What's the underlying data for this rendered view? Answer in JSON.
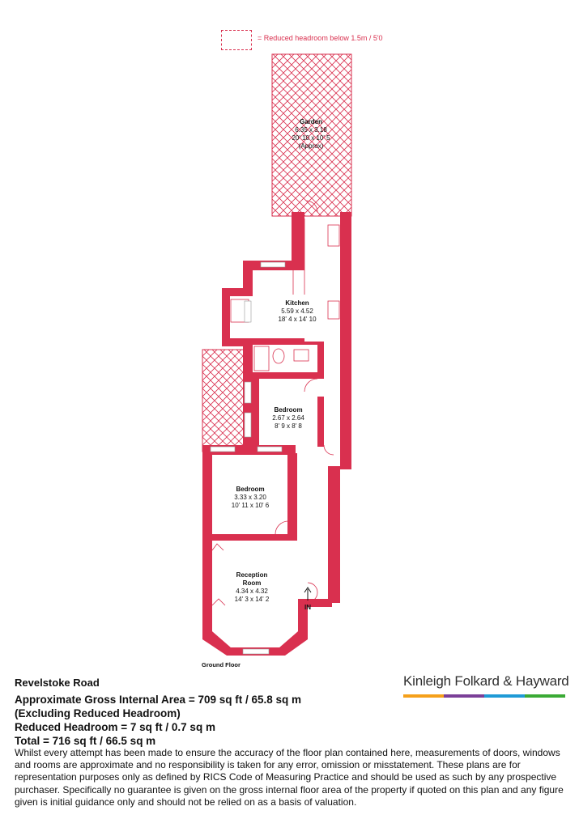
{
  "legend": {
    "text": "= Reduced headroom below 1.5m / 5'0"
  },
  "rooms": [
    {
      "name": "Garden",
      "lines": [
        "6.35 x 3.18",
        "20' 10 x 10' 5",
        "(Approx)"
      ]
    },
    {
      "name": "Kitchen",
      "lines": [
        "5.59 x 4.52",
        "18' 4 x 14' 10"
      ]
    },
    {
      "name": "Bedroom",
      "lines": [
        "2.67 x 2.64",
        "8' 9 x 8' 8"
      ]
    },
    {
      "name": "Bedroom",
      "lines": [
        "3.33 x 3.20",
        "10' 11 x 10' 6"
      ]
    },
    {
      "name": "Reception\nRoom",
      "lines": [
        "4.34 x 4.32",
        "14' 3 x 14' 2"
      ]
    }
  ],
  "floor_label": "Ground Floor",
  "entrance_label": "IN",
  "info": {
    "address": "Revelstoke Road",
    "gross_area": "Approximate Gross Internal Area = 709 sq ft / 65.8 sq m",
    "excluding": "(Excluding Reduced Headroom)",
    "reduced": "Reduced Headroom = 7 sq ft / 0.7 sq m",
    "total": "Total = 716 sq ft / 66.5 sq m"
  },
  "brand": {
    "name": "Kinleigh Folkard & Hayward",
    "colors": [
      "#f5a01a",
      "#7b3f98",
      "#1f9ad6",
      "#3aaa35"
    ]
  },
  "disclaimer": "Whilst every attempt has been made to ensure the accuracy of the floor plan contained here, measurements of doors, windows and rooms are approximate and no responsibility is taken for any error, omission or misstatement. These plans are for representation purposes only as defined by RICS Code of Measuring Practice and should be used as such by any prospective purchaser. Specifically no guarantee is given on the gross internal floor area of the property if quoted on this plan and any figure given is initial guidance only and should not be relied on as a basis of valuation.",
  "colors": {
    "wall": "#d9304f",
    "hatch": "#d9304f",
    "floor": "#ffffff",
    "text": "#111111"
  }
}
